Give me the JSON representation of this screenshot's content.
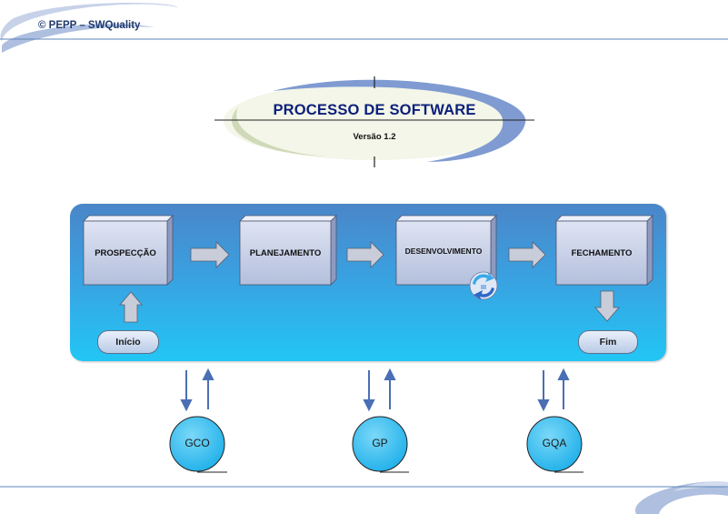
{
  "header": {
    "brand": "© PEPP – SWQuality"
  },
  "title": {
    "main": "PROCESSO DE SOFTWARE",
    "version": "Versão 1.2"
  },
  "stages": [
    {
      "label": "PROSPECÇÃO"
    },
    {
      "label": "PLANEJAMENTO"
    },
    {
      "label": "DESENVOLVIMENTO"
    },
    {
      "label": "FECHAMENTO"
    }
  ],
  "start": {
    "label": "Início"
  },
  "end": {
    "label": "Fim"
  },
  "support_processes": [
    {
      "label": "GCO"
    },
    {
      "label": "GP"
    },
    {
      "label": "GQA"
    }
  ],
  "colors": {
    "accent": "#1f3a6e",
    "title_text": "#0b1f7a",
    "panel_top": "#4a86c8",
    "panel_bottom": "#22c6f5",
    "arrow_blue": "#4a6fb5",
    "circle": "#3cc0ee"
  },
  "icons": {
    "cycle": "refresh-cycle-icon"
  }
}
